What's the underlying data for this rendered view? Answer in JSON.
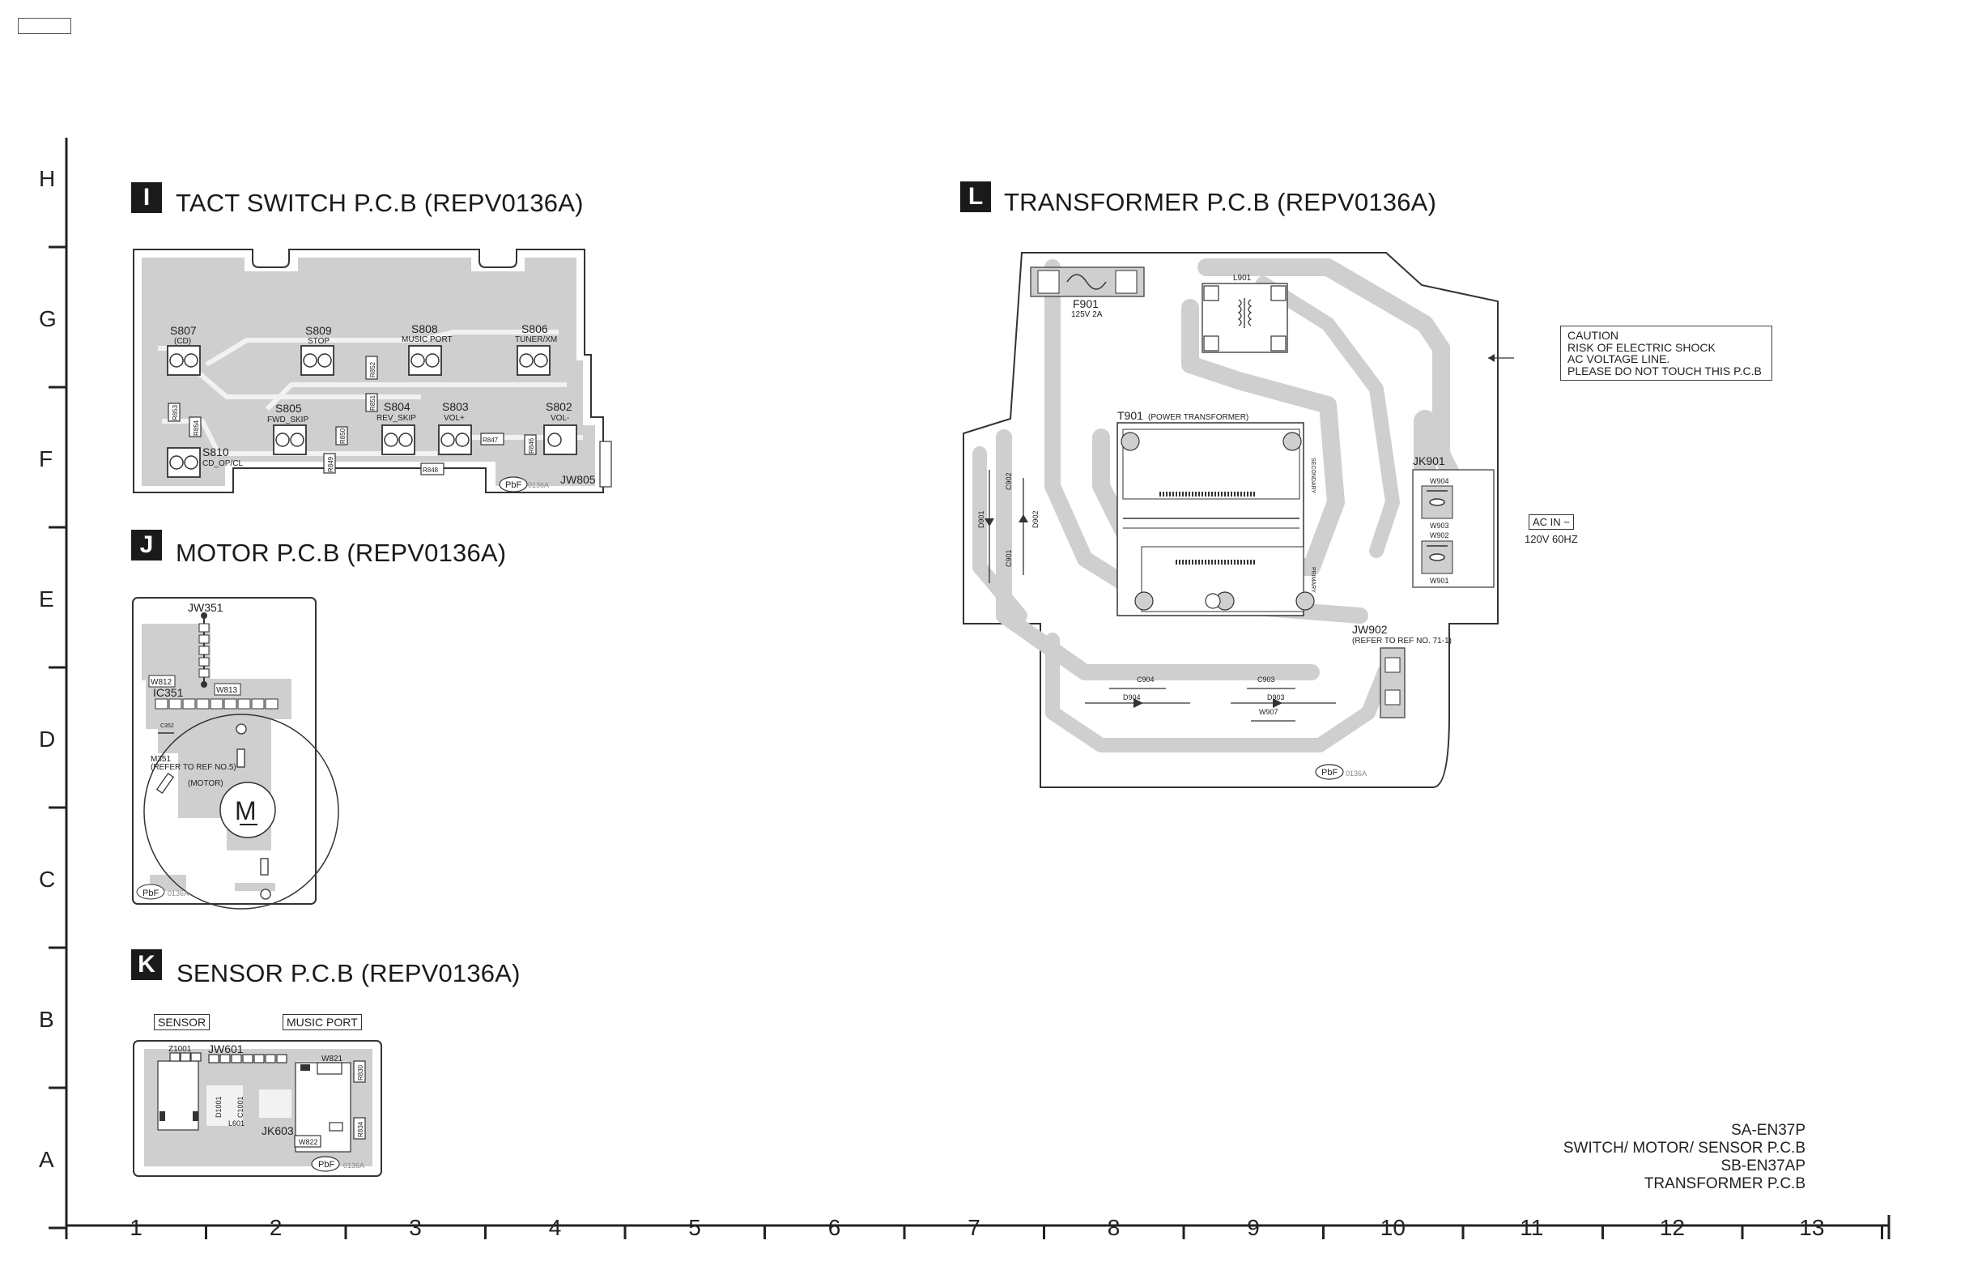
{
  "grid": {
    "rows": [
      "H",
      "G",
      "F",
      "E",
      "D",
      "C",
      "B",
      "A"
    ],
    "columns": [
      "1",
      "2",
      "3",
      "4",
      "5",
      "6",
      "7",
      "8",
      "9",
      "10",
      "11",
      "12",
      "13"
    ]
  },
  "sections": {
    "I": {
      "badge": "I",
      "title": "TACT SWITCH P.C.B (REPV0136A)"
    },
    "J": {
      "badge": "J",
      "title": "MOTOR P.C.B (REPV0136A)"
    },
    "K": {
      "badge": "K",
      "title": "SENSOR P.C.B (REPV0136A)"
    },
    "L": {
      "badge": "L",
      "title": "TRANSFORMER P.C.B (REPV0136A)"
    }
  },
  "tact_switch": {
    "switches": [
      {
        "ref": "S807",
        "name": "(CD)"
      },
      {
        "ref": "S809",
        "name": "STOP"
      },
      {
        "ref": "S808",
        "name": "MUSIC PORT"
      },
      {
        "ref": "S806",
        "name": "TUNER/XM"
      },
      {
        "ref": "S805",
        "name": "FWD_SKIP"
      },
      {
        "ref": "S804",
        "name": "REV_SKIP"
      },
      {
        "ref": "S803",
        "name": "VOL+"
      },
      {
        "ref": "S802",
        "name": "VOL-"
      },
      {
        "ref": "S810",
        "name": "CD_OP/CL"
      }
    ],
    "resistors": [
      "R852",
      "R851",
      "R850",
      "R849",
      "R848",
      "R847",
      "R846",
      "R853",
      "R854"
    ],
    "jumper": "JW805",
    "pbf": "PbF",
    "code": "0136A"
  },
  "motor": {
    "jumper": "JW351",
    "wires": [
      "W812",
      "W813"
    ],
    "ic": "IC351",
    "cap": "C352",
    "motor_ref": "M351",
    "motor_note": "(REFER TO REF NO.5)",
    "motor_label": "(MOTOR)",
    "motor_symbol": "M",
    "pbf": "PbF",
    "code": "0136A"
  },
  "sensor": {
    "tag_sensor": "SENSOR",
    "tag_music_port": "MUSIC PORT",
    "z": "Z1001",
    "jumper": "JW601",
    "wire": "W821",
    "wire2": "W822",
    "jack": "JK603",
    "diode": "D1001",
    "cap": "C1001",
    "inductor": "L601",
    "resistors": [
      "R830",
      "R834"
    ],
    "pbf": "PbF",
    "code": "0136A"
  },
  "transformer": {
    "fuse": "F901",
    "fuse_rating": "125V 2A",
    "inductor": "L901",
    "transformer_ref": "T901",
    "transformer_name": "(POWER TRANSFORMER)",
    "secondary": "SECONDARY",
    "primary": "PRIMARY",
    "jack": "JK901",
    "wires": [
      "W904",
      "W903",
      "W902",
      "W901"
    ],
    "caps": [
      "C902",
      "C901",
      "C904",
      "C903"
    ],
    "diodes": [
      "D901",
      "D902",
      "D904",
      "D903"
    ],
    "wire_907": "W907",
    "jumper": "JW902",
    "jumper_note": "(REFER TO REF NO. 71-1)",
    "ac_in": "AC IN ~",
    "ac_rating": "120V 60HZ",
    "caution": [
      "CAUTION",
      "RISK OF ELECTRIC SHOCK",
      "AC VOLTAGE LINE.",
      "PLEASE DO NOT TOUCH THIS P.C.B"
    ],
    "pbf": "PbF",
    "code": "0136A"
  },
  "model": {
    "line1": "SA-EN37P",
    "line2": "SWITCH/ MOTOR/ SENSOR P.C.B",
    "line3": "SB-EN37AP",
    "line4": "TRANSFORMER P.C.B"
  }
}
